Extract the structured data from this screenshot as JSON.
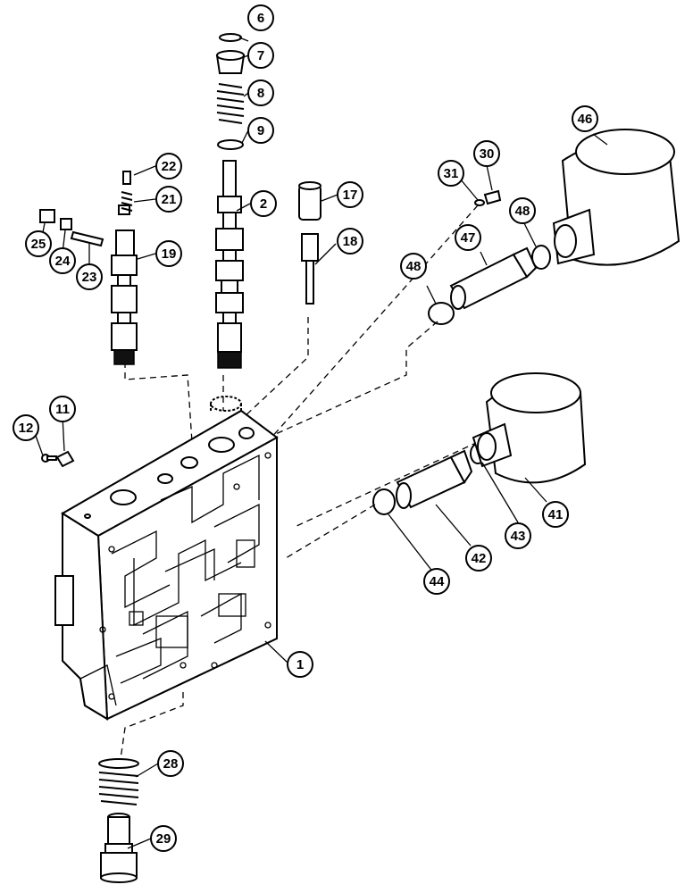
{
  "callouts": [
    {
      "id": "c6",
      "label": "6"
    },
    {
      "id": "c7",
      "label": "7"
    },
    {
      "id": "c8",
      "label": "8"
    },
    {
      "id": "c9",
      "label": "9"
    },
    {
      "id": "c2",
      "label": "2"
    },
    {
      "id": "c22",
      "label": "22"
    },
    {
      "id": "c21",
      "label": "21"
    },
    {
      "id": "c19",
      "label": "19"
    },
    {
      "id": "c25",
      "label": "25"
    },
    {
      "id": "c24",
      "label": "24"
    },
    {
      "id": "c23",
      "label": "23"
    },
    {
      "id": "c17",
      "label": "17"
    },
    {
      "id": "c18",
      "label": "18"
    },
    {
      "id": "c31",
      "label": "31"
    },
    {
      "id": "c30",
      "label": "30"
    },
    {
      "id": "c46",
      "label": "46"
    },
    {
      "id": "c48a",
      "label": "48"
    },
    {
      "id": "c47",
      "label": "47"
    },
    {
      "id": "c48b",
      "label": "48"
    },
    {
      "id": "c11",
      "label": "11"
    },
    {
      "id": "c12",
      "label": "12"
    },
    {
      "id": "c41",
      "label": "41"
    },
    {
      "id": "c43",
      "label": "43"
    },
    {
      "id": "c42",
      "label": "42"
    },
    {
      "id": "c44",
      "label": "44"
    },
    {
      "id": "c1",
      "label": "1"
    },
    {
      "id": "c28",
      "label": "28"
    },
    {
      "id": "c29",
      "label": "29"
    }
  ]
}
